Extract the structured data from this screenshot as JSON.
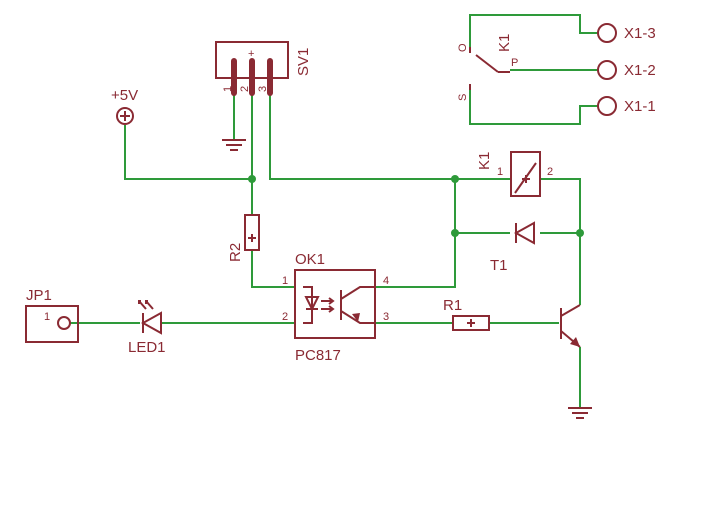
{
  "labels": {
    "vcc": "+5V",
    "sv1": "SV1",
    "k1_coil": "K1",
    "k1_switch": "K1",
    "r2": "R2",
    "ok1": "OK1",
    "pc817": "PC817",
    "r1": "R1",
    "t1": "T1",
    "jp1": "JP1",
    "led1": "LED1",
    "x1_3": "X1-3",
    "x1_2": "X1-2",
    "x1_1": "X1-1"
  },
  "pins": {
    "sv1_1": "1",
    "sv1_2": "2",
    "sv1_3": "3",
    "sv1_plus": "+",
    "ok1_1": "1",
    "ok1_2": "2",
    "ok1_3": "3",
    "ok1_4": "4",
    "k1_1": "1",
    "k1_2": "2",
    "jp1_1": "1",
    "k1_o": "O",
    "k1_p": "P",
    "k1_s": "S"
  },
  "colors": {
    "wire": "#2e9a3a",
    "component": "#8a2a33"
  }
}
